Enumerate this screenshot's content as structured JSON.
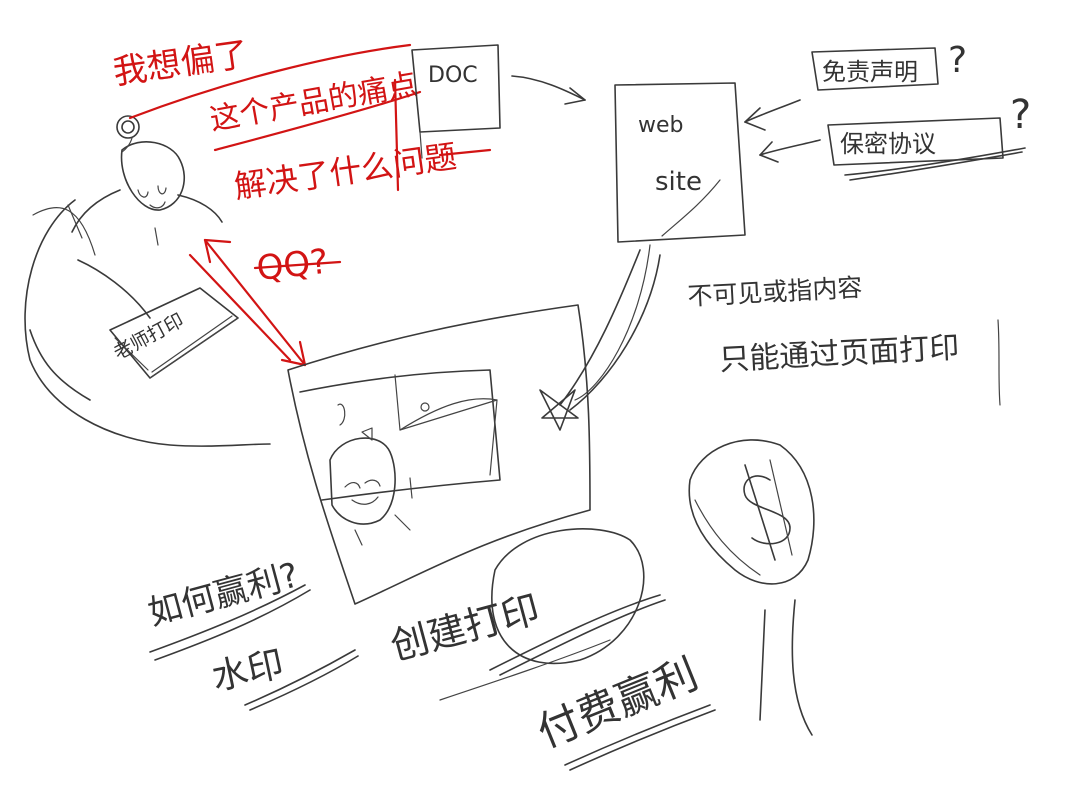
{
  "colors": {
    "pencil": "#3a3a3a",
    "red_ink": "#d21414",
    "paper": "#ffffff"
  },
  "red_notes": {
    "line1": "我想偏了",
    "line2": "这个产品的痛点",
    "line3": "解决了什么问题",
    "qq": "QQ?"
  },
  "doc_box": "DOC",
  "website_box": {
    "line1": "web",
    "line2": "site"
  },
  "right_notes": {
    "disclaimer": "免责声明",
    "privacy": "保密协议",
    "q1": "?",
    "q2": "?"
  },
  "middle_notes": {
    "line1": "不可见或指内容",
    "line2": "只能通过页面打印"
  },
  "book_label": "老师打印",
  "bottom_notes": {
    "profit_question": "如何赢利?",
    "watermark": "水印",
    "print": "创建打印",
    "pay_profit": "付费赢利"
  },
  "icons": [
    "person-with-beanbag-icon",
    "monitor-icon",
    "dollar-coin-icon",
    "star-burst-icon"
  ]
}
